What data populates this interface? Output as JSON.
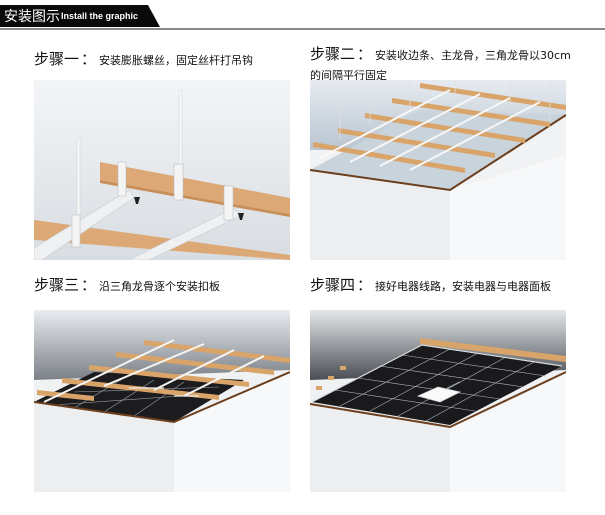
{
  "header": {
    "title_cn": "安装图示",
    "title_en": "Install the graphic"
  },
  "steps": [
    {
      "label": "步骤一",
      "colon": "：",
      "desc": "安装膨胀螺丝，固定丝杆打吊钩",
      "image": "ceiling-hanger-rods-and-main-keel-illustration"
    },
    {
      "label": "步骤二",
      "colon": "：",
      "desc": "安装收边条、主龙骨，三角龙骨以30cm",
      "desc_line2": "的间隔平行固定",
      "image": "edge-strip-main-keel-triangle-keel-grid-illustration"
    },
    {
      "label": "步骤三",
      "colon": "：",
      "desc": "沿三角龙骨逐个安装扣板",
      "image": "installing-ceiling-panels-illustration"
    },
    {
      "label": "步骤四",
      "colon": "：",
      "desc": "接好电器线路，安装电器与电器面板",
      "image": "finished-ceiling-with-light-panel-illustration"
    }
  ],
  "colors": {
    "header_bg": "#0a0a0a",
    "rule": "#8a8a8a",
    "keel_wood": "#d9a46a",
    "panel_black": "#1a1a1a",
    "wall": "#e9ecef"
  }
}
